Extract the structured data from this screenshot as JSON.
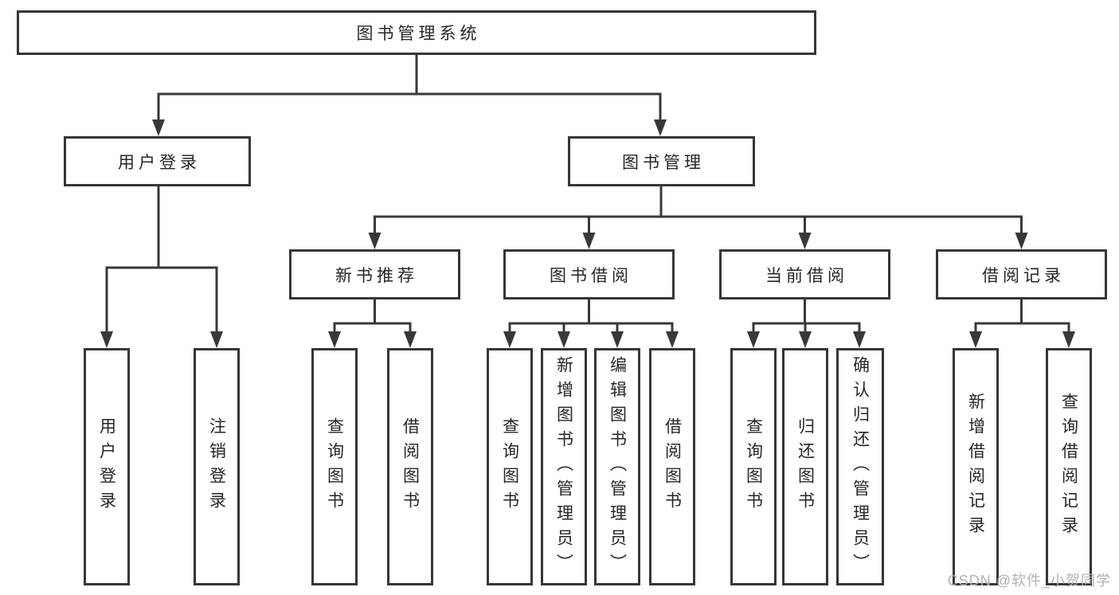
{
  "diagram": {
    "root": {
      "label": "图书管理系统"
    },
    "branches": [
      {
        "label": "用户登录",
        "leaves": [
          {
            "label": "用户登录"
          },
          {
            "label": "注销登录"
          }
        ]
      },
      {
        "label": "图书管理",
        "groups": [
          {
            "label": "新书推荐",
            "leaves": [
              {
                "label": "查询图书"
              },
              {
                "label": "借阅图书"
              }
            ]
          },
          {
            "label": "图书借阅",
            "leaves": [
              {
                "label": "查询图书"
              },
              {
                "label": "新增图书（管理员）"
              },
              {
                "label": "编辑图书（管理员）"
              },
              {
                "label": "借阅图书"
              }
            ]
          },
          {
            "label": "当前借阅",
            "leaves": [
              {
                "label": "查询图书"
              },
              {
                "label": "归还图书"
              },
              {
                "label": "确认归还（管理员）"
              }
            ]
          },
          {
            "label": "借阅记录",
            "leaves": [
              {
                "label": "新增借阅记录"
              },
              {
                "label": "查询借阅记录"
              }
            ]
          }
        ]
      }
    ],
    "colors": {
      "line": "#383838",
      "text": "#262626",
      "watermark": "#b2b2b2"
    },
    "watermark": "CSDN @软件_小贺同学"
  }
}
